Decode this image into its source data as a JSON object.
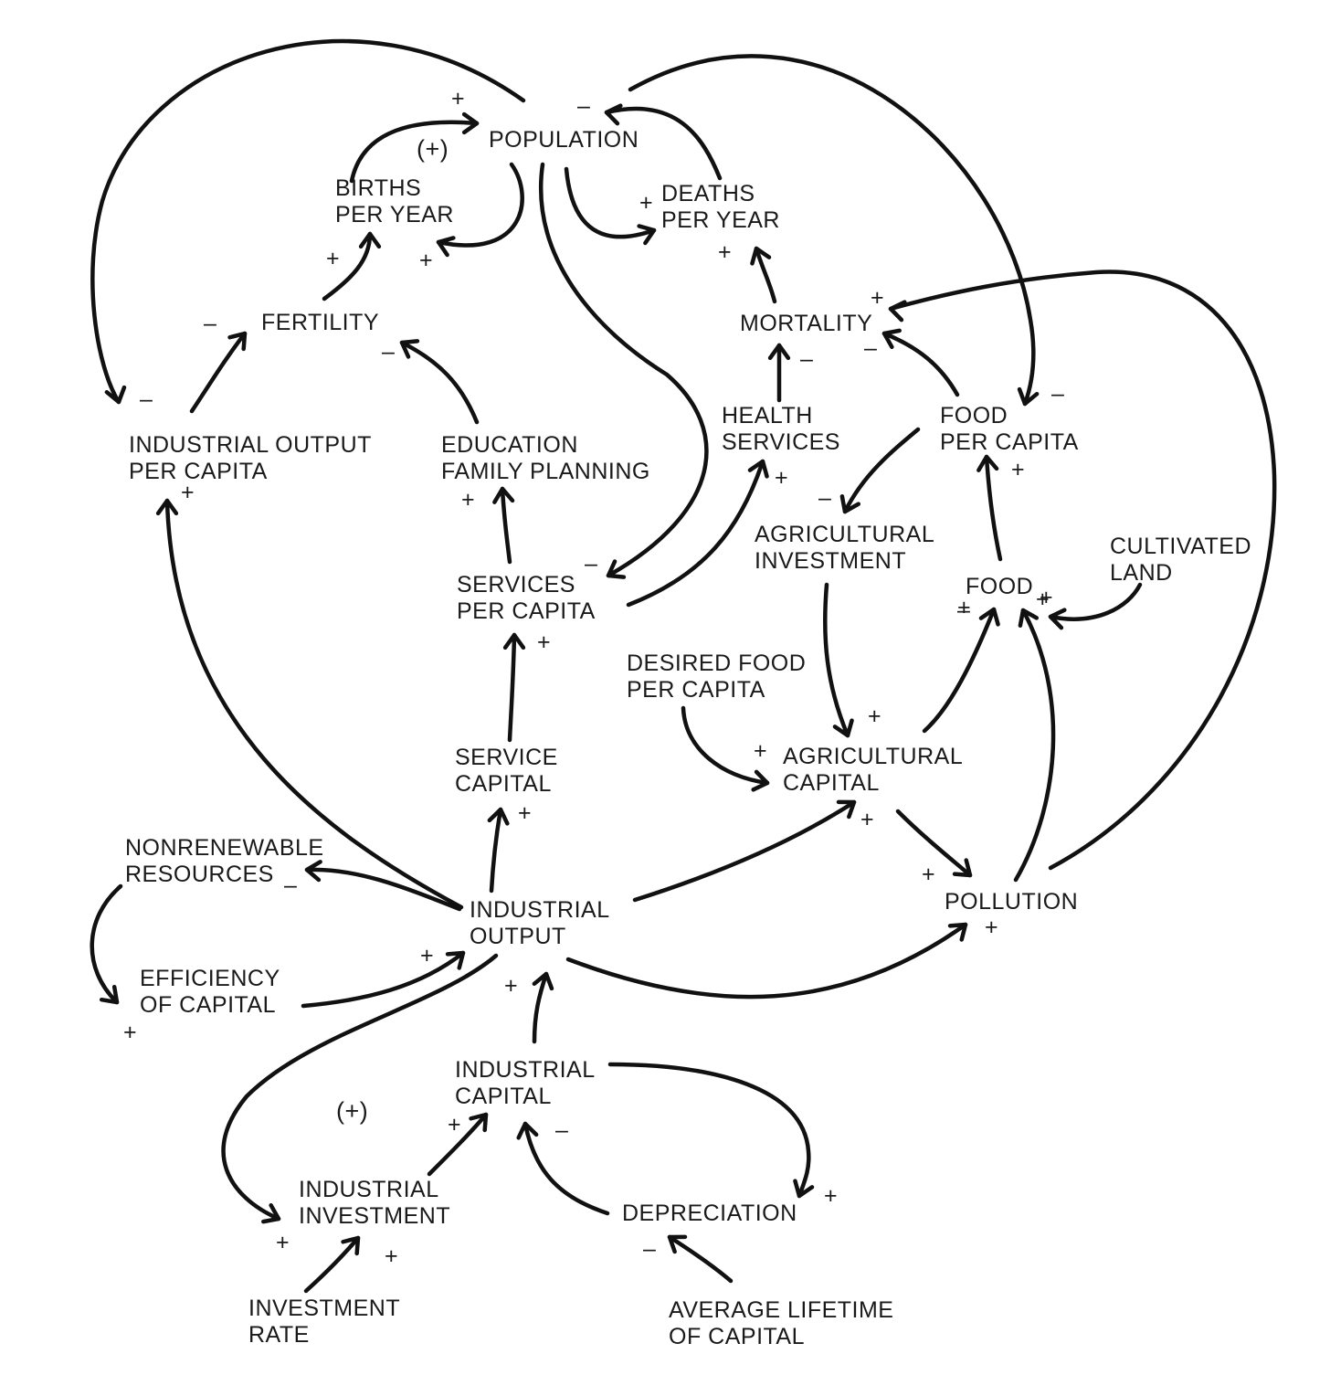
{
  "nodes": {
    "population": "POPULATION",
    "births_per_year": "BIRTHS\nPER YEAR",
    "deaths_per_year": "DEATHS\nPER YEAR",
    "fertility": "FERTILITY",
    "mortality": "MORTALITY",
    "industrial_output_per_capita": "INDUSTRIAL OUTPUT\nPER CAPITA",
    "education_family_planning": "EDUCATION\nFAMILY PLANNING",
    "health_services": "HEALTH\nSERVICES",
    "food_per_capita": "FOOD\nPER CAPITA",
    "agricultural_investment": "AGRICULTURAL\nINVESTMENT",
    "cultivated_land": "CULTIVATED\nLAND",
    "services_per_capita": "SERVICES\nPER CAPITA",
    "food": "FOOD",
    "desired_food_per_capita": "DESIRED FOOD\nPER CAPITA",
    "service_capital": "SERVICE\nCAPITAL",
    "agricultural_capital": "AGRICULTURAL\nCAPITAL",
    "nonrenewable_resources": "NONRENEWABLE\nRESOURCES",
    "pollution": "POLLUTION",
    "industrial_output": "INDUSTRIAL\nOUTPUT",
    "efficiency_of_capital": "EFFICIENCY\nOF CAPITAL",
    "industrial_capital": "INDUSTRIAL\nCAPITAL",
    "industrial_investment": "INDUSTRIAL\nINVESTMENT",
    "depreciation": "DEPRECIATION",
    "investment_rate": "INVESTMENT\nRATE",
    "average_lifetime_of_capital": "AVERAGE LIFETIME\nOF CAPITAL"
  },
  "loops": [
    "(+)",
    "(+)"
  ],
  "signs": [
    "+",
    "–",
    "+",
    "+",
    "+",
    "+",
    "–",
    "–",
    "+",
    "–",
    "–",
    "–",
    "–",
    "–",
    "+",
    "+",
    "–",
    "+",
    "+",
    "–",
    "+",
    "+",
    "+",
    "+",
    "+",
    "+",
    "+",
    "–",
    "+",
    "+",
    "+",
    "+",
    "+",
    "+",
    "–",
    "+",
    "–",
    "+",
    "+",
    "+"
  ],
  "edges": [
    {
      "from": "births_per_year",
      "to": "population",
      "sign": "+"
    },
    {
      "from": "population",
      "to": "births_per_year",
      "sign": "+"
    },
    {
      "from": "deaths_per_year",
      "to": "population",
      "sign": "–"
    },
    {
      "from": "population",
      "to": "deaths_per_year",
      "sign": "+"
    },
    {
      "from": "fertility",
      "to": "births_per_year",
      "sign": "+"
    },
    {
      "from": "mortality",
      "to": "deaths_per_year",
      "sign": "+"
    },
    {
      "from": "population",
      "to": "industrial_output_per_capita",
      "sign": "–"
    },
    {
      "from": "population",
      "to": "food_per_capita",
      "sign": "–"
    },
    {
      "from": "population",
      "to": "services_per_capita",
      "sign": "–"
    },
    {
      "from": "industrial_output_per_capita",
      "to": "fertility",
      "sign": "–"
    },
    {
      "from": "education_family_planning",
      "to": "fertility",
      "sign": "–"
    },
    {
      "from": "health_services",
      "to": "mortality",
      "sign": "–"
    },
    {
      "from": "food_per_capita",
      "to": "mortality",
      "sign": "–"
    },
    {
      "from": "pollution",
      "to": "mortality",
      "sign": "+"
    },
    {
      "from": "food_per_capita",
      "to": "agricultural_investment",
      "sign": "–"
    },
    {
      "from": "food",
      "to": "food_per_capita",
      "sign": "+"
    },
    {
      "from": "services_per_capita",
      "to": "education_family_planning",
      "sign": "+"
    },
    {
      "from": "services_per_capita",
      "to": "health_services",
      "sign": "+"
    },
    {
      "from": "service_capital",
      "to": "services_per_capita",
      "sign": "+"
    },
    {
      "from": "cultivated_land",
      "to": "food",
      "sign": "+"
    },
    {
      "from": "agricultural_capital",
      "to": "food",
      "sign": "+"
    },
    {
      "from": "pollution",
      "to": "food",
      "sign": "+"
    },
    {
      "from": "agricultural_investment",
      "to": "agricultural_capital",
      "sign": "+"
    },
    {
      "from": "desired_food_per_capita",
      "to": "agricultural_capital",
      "sign": "+"
    },
    {
      "from": "agricultural_capital",
      "to": "pollution",
      "sign": "+"
    },
    {
      "from": "industrial_output",
      "to": "service_capital",
      "sign": "+"
    },
    {
      "from": "industrial_output",
      "to": "agricultural_capital",
      "sign": "+"
    },
    {
      "from": "industrial_output",
      "to": "industrial_output_per_capita",
      "sign": "+"
    },
    {
      "from": "industrial_output",
      "to": "nonrenewable_resources",
      "sign": "–"
    },
    {
      "from": "industrial_output",
      "to": "pollution",
      "sign": "+"
    },
    {
      "from": "nonrenewable_resources",
      "to": "efficiency_of_capital",
      "sign": "+"
    },
    {
      "from": "efficiency_of_capital",
      "to": "industrial_output",
      "sign": "+"
    },
    {
      "from": "industrial_capital",
      "to": "industrial_output",
      "sign": "+"
    },
    {
      "from": "industrial_output",
      "to": "industrial_investment",
      "sign": "+"
    },
    {
      "from": "industrial_investment",
      "to": "industrial_capital",
      "sign": "+"
    },
    {
      "from": "investment_rate",
      "to": "industrial_investment",
      "sign": "+"
    },
    {
      "from": "industrial_capital",
      "to": "depreciation",
      "sign": "+"
    },
    {
      "from": "depreciation",
      "to": "industrial_capital",
      "sign": "–"
    },
    {
      "from": "average_lifetime_of_capital",
      "to": "depreciation",
      "sign": "–"
    }
  ]
}
